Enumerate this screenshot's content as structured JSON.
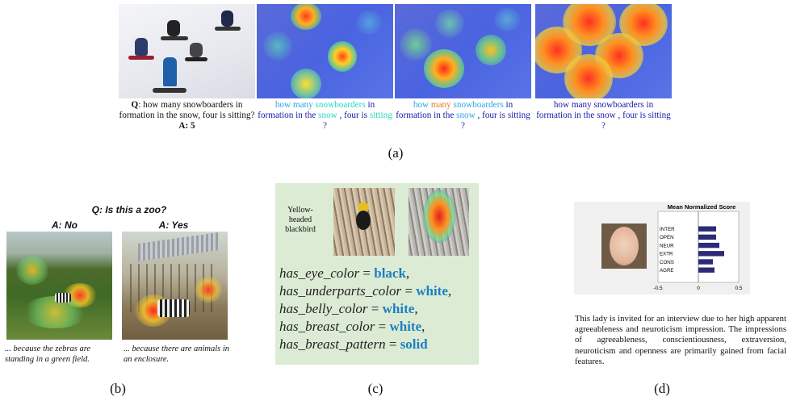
{
  "panel_a": {
    "caption_q_prefix": "Q",
    "caption_q_text": ": how many snowboarders in formation in the snow, four is sitting? ",
    "caption_a_prefix": "A: 5",
    "tokens_2": [
      {
        "t": "how many ",
        "c": "sky"
      },
      {
        "t": "snowboarders",
        "c": "cyan"
      },
      {
        "t": " in ",
        "c": "dark"
      },
      {
        "t": "formation in the ",
        "c": "dark"
      },
      {
        "t": "snow",
        "c": "cyan"
      },
      {
        "t": " , four is ",
        "c": "dark"
      },
      {
        "t": "sitting",
        "c": "cyan"
      },
      {
        "t": " ?",
        "c": "dark"
      }
    ],
    "tokens_3": [
      {
        "t": "how ",
        "c": "sky"
      },
      {
        "t": "many ",
        "c": "orange"
      },
      {
        "t": "snowboarders",
        "c": "sky"
      },
      {
        "t": " in ",
        "c": "dark"
      },
      {
        "t": "formation in the ",
        "c": "dark"
      },
      {
        "t": "snow",
        "c": "sky"
      },
      {
        "t": " , four is ",
        "c": "dark"
      },
      {
        "t": "sitting",
        "c": "dark"
      },
      {
        "t": " ?",
        "c": "dark"
      }
    ],
    "tokens_4": [
      {
        "t": "how many snowboarders in ",
        "c": "dark"
      },
      {
        "t": "formation in the snow , four is ",
        "c": "dark"
      },
      {
        "t": "sitting ?",
        "c": "dark"
      }
    ],
    "label": "(a)"
  },
  "panel_b": {
    "question": "Q: Is this a zoo?",
    "answer_no": "A: No",
    "answer_yes": "A: Yes",
    "expl_no": "... because the zebras are standing in a green field.",
    "expl_yes": "... because there are animals in an enclosure.",
    "label": "(b)"
  },
  "panel_c": {
    "bird_name": "Yellow-headed blackbird",
    "attributes": [
      {
        "name": "has_eye_color",
        "value": "black",
        "sep": ","
      },
      {
        "name": "has_underparts_color",
        "value": "white",
        "sep": ","
      },
      {
        "name": "has_belly_color",
        "value": "white",
        "sep": ","
      },
      {
        "name": "has_breast_color",
        "value": "white",
        "sep": ","
      },
      {
        "name": "has_breast_pattern",
        "value": "solid",
        "sep": ""
      }
    ],
    "label": "(c)"
  },
  "panel_d": {
    "chart_data": {
      "type": "bar",
      "title": "Mean Normalized Score",
      "categories": [
        "INTER",
        "OPEN",
        "NEUR",
        "EXTR",
        "CONS",
        "AGRE"
      ],
      "values": [
        0.22,
        0.22,
        0.26,
        0.32,
        0.18,
        0.2
      ],
      "xlim": [
        -0.5,
        0.5
      ],
      "xticks": [
        "-0.5",
        "0",
        "0.5"
      ],
      "bar_color": "#2d2a78"
    },
    "description": "This lady is invited for an interview due to her high apparent agreeableness and neuroticism impression. The impressions of agreeableness, conscientiousness, extraversion, neuroticism and openness are primarily gained from facial features.",
    "label": "(d)"
  }
}
